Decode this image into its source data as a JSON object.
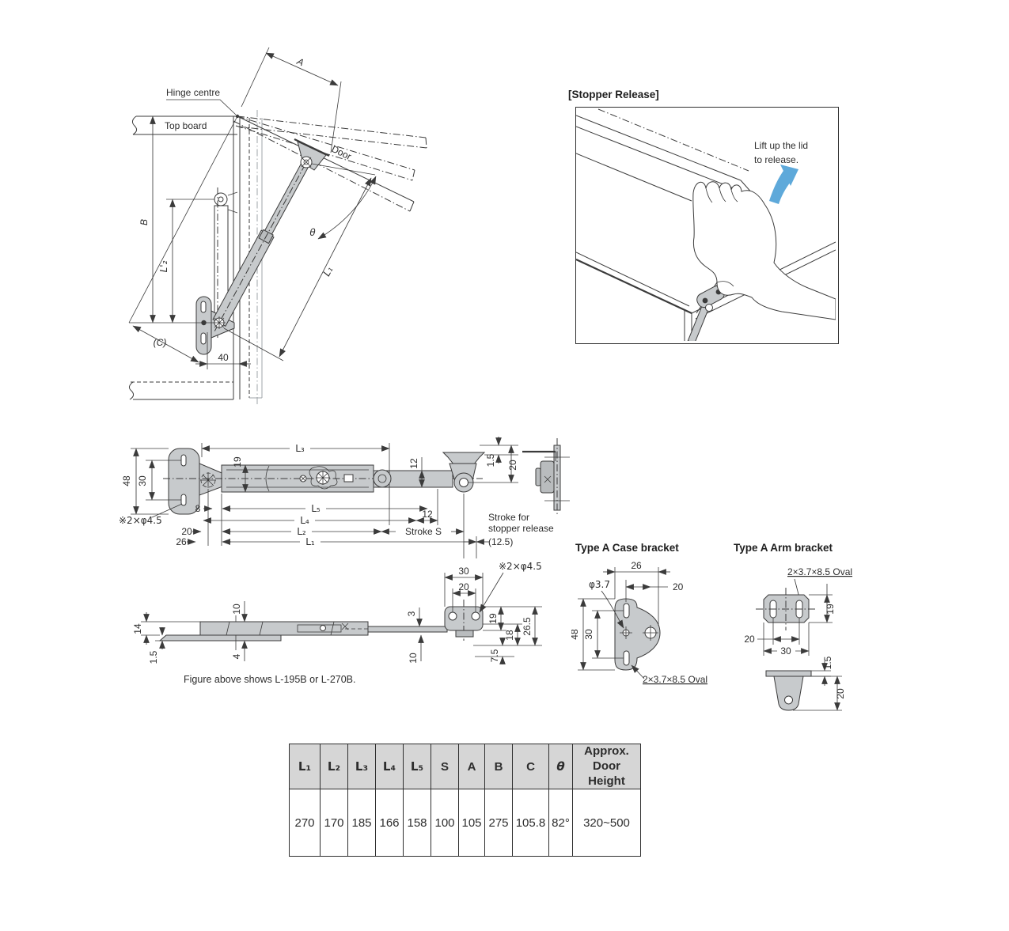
{
  "main_diagram": {
    "hinge_centre": "Hinge centre",
    "top_board": "Top board",
    "door": "Door",
    "dim_A": "A",
    "dim_B": "B",
    "dim_L2_dash": "L'₂",
    "theta": "θ",
    "dim_L1": "L₁",
    "dim_C": "(C)",
    "dim_40": "40"
  },
  "stopper_release": {
    "title": "[Stopper Release]",
    "note_line1": "Lift up the lid",
    "note_line2": "to release."
  },
  "plan_view": {
    "dim_L3": "L₃",
    "dim_19": "19",
    "dim_12_width": "12",
    "dim_1_5": "1.5",
    "dim_20_right": "20",
    "dim_48": "48",
    "dim_30": "30",
    "dim_8": "8",
    "dim_L5": "L₅",
    "dim_L4": "L₄",
    "dim_12_offset": "12",
    "dim_20_left": "20",
    "dim_L2": "L₂",
    "dim_stroke": "Stroke S",
    "dim_26": "26",
    "dim_L1": "L₁",
    "holes_note": "※2×φ4.5",
    "stroke_note_line1": "Stroke for",
    "stroke_note_line2": "stopper release",
    "stroke_note_value": "(12.5)"
  },
  "side_view": {
    "dim_14": "14",
    "dim_1_5": "1.5",
    "dim_10_top": "10",
    "dim_4": "4",
    "dim_3": "3",
    "dim_10_bottom": "10",
    "dim_30": "30",
    "dim_20": "20",
    "holes_note": "※2×φ4.5",
    "dim_19": "19",
    "dim_18": "18",
    "dim_26_5": "26.5",
    "dim_7_5": "7.5",
    "caption": "Figure above shows L-195B or L-270B."
  },
  "case_bracket": {
    "title": "Type A Case bracket",
    "dim_26": "26",
    "dim_20": "20",
    "dim_dia": "φ3.7",
    "dim_48": "48",
    "dim_30": "30",
    "oval_note": "2×3.7×8.5 Oval"
  },
  "arm_bracket": {
    "title": "Type A Arm bracket",
    "oval_note": "2×3.7×8.5 Oval",
    "dim_19": "19",
    "dim_20_slot": "20",
    "dim_30": "30",
    "dim_1_5": "1.5",
    "dim_20_height": "20"
  },
  "spec_table": {
    "headers": [
      "L₁",
      "L₂",
      "L₃",
      "L₄",
      "L₅",
      "S",
      "A",
      "B",
      "C",
      "θ",
      "Approx.\nDoor Height"
    ],
    "values": [
      "270",
      "170",
      "185",
      "166",
      "158",
      "100",
      "105",
      "275",
      "105.8",
      "82°",
      "320~500"
    ]
  },
  "colors": {
    "line": "#3b3b3b",
    "metal_fill": "#c7cacc",
    "accent_blue": "#5ea9da",
    "table_header_bg": "#d6d6d6"
  }
}
